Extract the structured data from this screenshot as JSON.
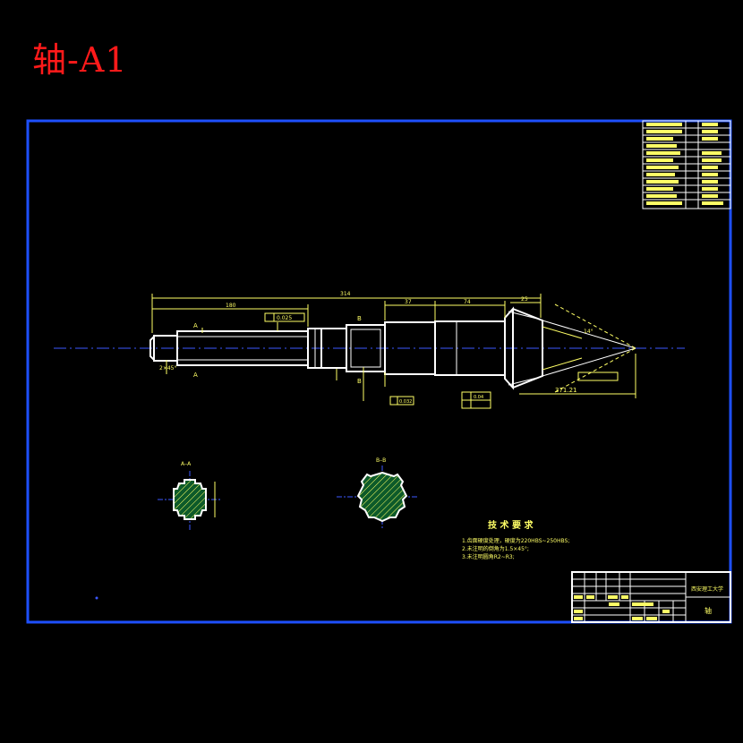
{
  "title": "轴-A1",
  "colors": {
    "frame": "#1e50ff",
    "outline": "#ffffff",
    "dimension": "#ffff66",
    "annotation": "#ffff66",
    "centerline": "#3b57ff",
    "title_text": "#ff1a1a",
    "hatch": "#1a8a3a"
  },
  "dimensions": {
    "overall": "314",
    "left_segment": "180",
    "mid_segment": "37",
    "right_segment": "74",
    "cone": "25",
    "tip_angle": "14°",
    "tip_dim": "371.21",
    "chamfer": "2×45°"
  },
  "tolerance_boxes": [
    "0.025",
    "0.032",
    "0.04"
  ],
  "sections": {
    "a_label": "A–A",
    "b_label": "B–B"
  },
  "cut_letters": {
    "a": "A",
    "b": "B"
  },
  "technical_requirements": {
    "heading": "技 术 要 求",
    "items": [
      "1.齿面硬度处理，硬度为220HBS~250HBS;",
      "2.未注明的倒角为1.5×45°;",
      "3.未注明圆角R2~R3;"
    ]
  },
  "title_block": {
    "company": "西安理工大学",
    "drawing_name": "轴"
  }
}
